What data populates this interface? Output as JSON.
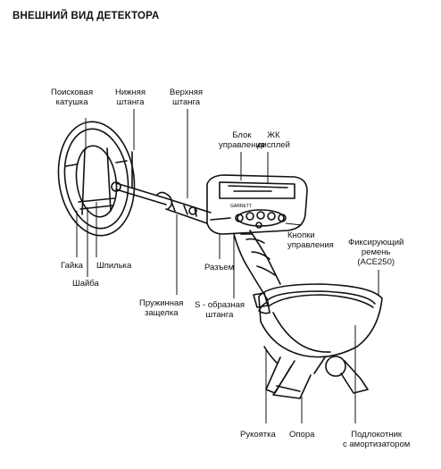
{
  "title": "ВНЕШНИЙ ВИД ДЕТЕКТОРА",
  "labels": {
    "search_coil": "Поисковая\nкатушка",
    "lower_shaft": "Нижняя\nштанга",
    "upper_shaft": "Верхняя\nштанга",
    "control_box": "Блок\nуправления",
    "lcd": "ЖК\nдисплей",
    "control_buttons": "Кнопки\nуправления",
    "strap": "Фиксирующий\nремень\n(ACE250)",
    "nut": "Гайка",
    "pin": "Шпилька",
    "washer": "Шайба",
    "connector": "Разъем",
    "spring_latch": "Пружинная\nзащелка",
    "s_shaft": "S - образная\nштанга",
    "handle": "Рукоятка",
    "stand": "Опора",
    "armrest": "Подлокотник\nс амортизатором"
  },
  "device": {
    "brand": "GARRETT"
  }
}
